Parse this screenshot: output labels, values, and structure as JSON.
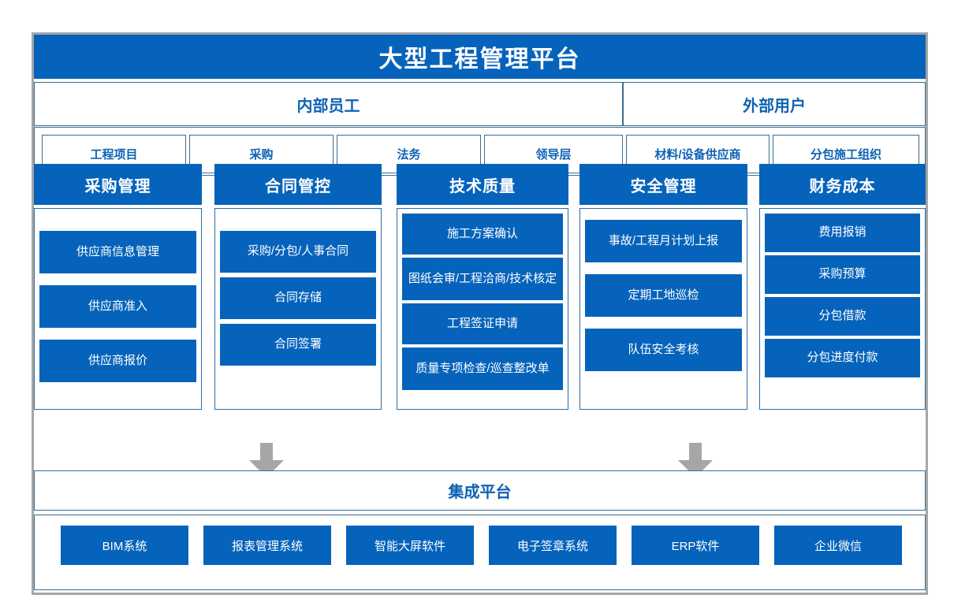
{
  "colors": {
    "brand_blue": "#0663bb",
    "text_blue": "#0d62b5",
    "border_blue": "#3a6d8f",
    "frame_gray": "#a6a6a6",
    "arrow_gray": "#a6a6a6",
    "white": "#ffffff"
  },
  "header": {
    "title": "大型工程管理平台"
  },
  "audience": {
    "internal_label": "内部员工",
    "external_label": "外部用户"
  },
  "roles": [
    {
      "label": "工程项目",
      "group": "internal"
    },
    {
      "label": "采购",
      "group": "internal"
    },
    {
      "label": "法务",
      "group": "internal"
    },
    {
      "label": "领导层",
      "group": "internal"
    },
    {
      "label": "材料/设备供应商",
      "group": "external"
    },
    {
      "label": "分包施工组织",
      "group": "external"
    }
  ],
  "modules": [
    {
      "title": "采购管理",
      "items": [
        {
          "label": "供应商信息管理"
        },
        {
          "label": "供应商准入"
        },
        {
          "label": "供应商报价"
        }
      ]
    },
    {
      "title": "合同管控",
      "items": [
        {
          "label": "采购/分包/人事合同"
        },
        {
          "label": "合同存储"
        },
        {
          "label": "合同签署"
        }
      ]
    },
    {
      "title": "技术质量",
      "items": [
        {
          "label": "施工方案确认"
        },
        {
          "label": "图纸会审/工程洽商/技术核定"
        },
        {
          "label": "工程签证申请"
        },
        {
          "label": "质量专项检查/巡查整改单"
        }
      ]
    },
    {
      "title": "安全管理",
      "items": [
        {
          "label": "事故/工程月计划上报"
        },
        {
          "label": "定期工地巡检"
        },
        {
          "label": "队伍安全考核"
        }
      ]
    },
    {
      "title": "财务成本",
      "items": [
        {
          "label": "费用报销"
        },
        {
          "label": "采购预算"
        },
        {
          "label": "分包借款"
        },
        {
          "label": "分包进度付款"
        }
      ]
    }
  ],
  "arrows": [
    {
      "name": "down-arrow-left",
      "direction": "down"
    },
    {
      "name": "down-arrow-right",
      "direction": "down"
    }
  ],
  "integration": {
    "label": "集成平台"
  },
  "systems": [
    {
      "label": "BIM系统"
    },
    {
      "label": "报表管理系统"
    },
    {
      "label": "智能大屏软件"
    },
    {
      "label": "电子签章系统"
    },
    {
      "label": "ERP软件"
    },
    {
      "label": "企业微信"
    }
  ]
}
